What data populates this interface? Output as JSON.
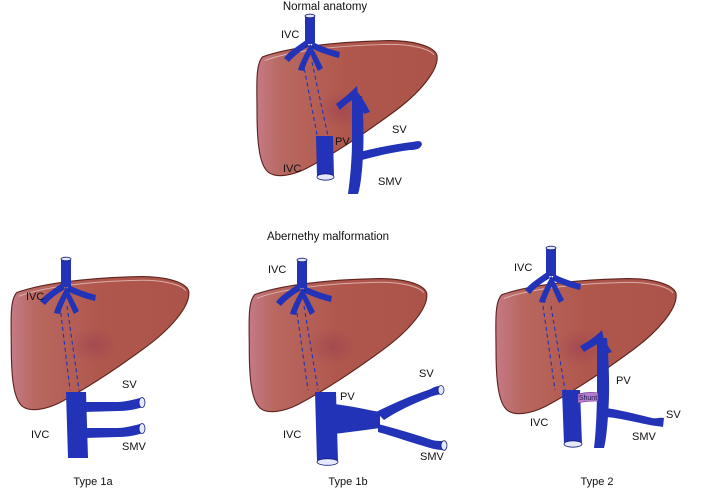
{
  "titles": {
    "top": "Normal anatomy",
    "middle": "Abernethy malformation"
  },
  "panels": [
    {
      "caption": "",
      "labels": {
        "ivc_top": "IVC",
        "ivc_bottom": "IVC",
        "pv": "PV",
        "sv": "SV",
        "smv": "SMV"
      }
    },
    {
      "caption": "Type 1a",
      "labels": {
        "ivc_top": "IVC",
        "ivc_bottom": "IVC",
        "sv": "SV",
        "smv": "SMV"
      }
    },
    {
      "caption": "Type 1b",
      "labels": {
        "ivc_top": "IVC",
        "ivc_bottom": "IVC",
        "pv": "PV",
        "sv": "SV",
        "smv": "SMV"
      }
    },
    {
      "caption": "Type 2",
      "labels": {
        "ivc_top": "IVC",
        "ivc_bottom": "IVC",
        "pv": "PV",
        "sv": "SV",
        "smv": "SMV",
        "shunt": "Shunt"
      }
    }
  ],
  "colors": {
    "liver": "#b2594f",
    "liver_edge": "#6e2a24",
    "liver_left_lobe": "#c4777f",
    "vessel": "#2233b8",
    "vessel_dark": "#15207a",
    "shunt": "#b67acf"
  }
}
